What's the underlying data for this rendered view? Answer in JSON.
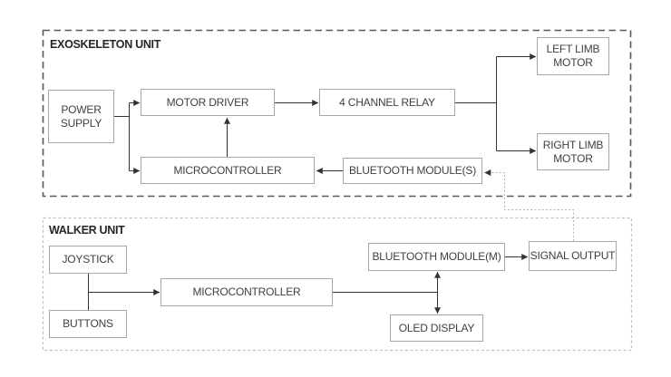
{
  "diagram": {
    "exo": {
      "title": "EXOSKELETON UNIT",
      "nodes": {
        "power_supply": "POWER SUPPLY",
        "motor_driver": "MOTOR DRIVER",
        "channel_relay": "4 CHANNEL RELAY",
        "left_limb_motor": "LEFT LIMB MOTOR",
        "right_limb_motor": "RIGHT LIMB MOTOR",
        "microcontroller": "MICROCONTROLLER",
        "bluetooth_module_s": "BLUETOOTH MODULE(S)"
      }
    },
    "walker": {
      "title": "WALKER UNIT",
      "nodes": {
        "joystick": "JOYSTICK",
        "buttons": "BUTTONS",
        "microcontroller": "MICROCONTROLLER",
        "bluetooth_module_m": "BLUETOOTH MODULE(M)",
        "signal_output": "SIGNAL OUTPUT",
        "oled_display": "OLED DISPLAY"
      }
    },
    "connections": [
      {
        "from": "power_supply",
        "to": "motor_driver",
        "style": "solid-arrow"
      },
      {
        "from": "power_supply",
        "to": "exo_microcontroller",
        "style": "solid-arrow"
      },
      {
        "from": "exo_microcontroller",
        "to": "motor_driver",
        "style": "solid-arrow"
      },
      {
        "from": "motor_driver",
        "to": "channel_relay",
        "style": "solid-arrow"
      },
      {
        "from": "channel_relay",
        "to": "left_limb_motor",
        "style": "solid-arrow"
      },
      {
        "from": "channel_relay",
        "to": "right_limb_motor",
        "style": "solid-arrow"
      },
      {
        "from": "bluetooth_module_s",
        "to": "exo_microcontroller",
        "style": "solid-arrow"
      },
      {
        "from": "signal_output",
        "to": "bluetooth_module_s",
        "style": "dotted-arrow"
      },
      {
        "from": "joystick",
        "to": "walker_microcontroller",
        "style": "solid-arrow"
      },
      {
        "from": "buttons",
        "to": "walker_microcontroller",
        "style": "solid-arrow"
      },
      {
        "from": "walker_microcontroller",
        "to": "bluetooth_module_m",
        "style": "solid-arrow"
      },
      {
        "from": "walker_microcontroller",
        "to": "oled_display",
        "style": "solid-arrow"
      },
      {
        "from": "bluetooth_module_m",
        "to": "signal_output",
        "style": "solid-arrow"
      }
    ],
    "colors": {
      "node_border": "#a6a6a6",
      "node_text": "#3f3f3f",
      "title_text": "#262626",
      "exo_outline": "#595959",
      "walker_outline": "#c0c0c0",
      "connector": "#333333",
      "wireless_link": "#b3b3b3",
      "background": "#ffffff"
    }
  }
}
